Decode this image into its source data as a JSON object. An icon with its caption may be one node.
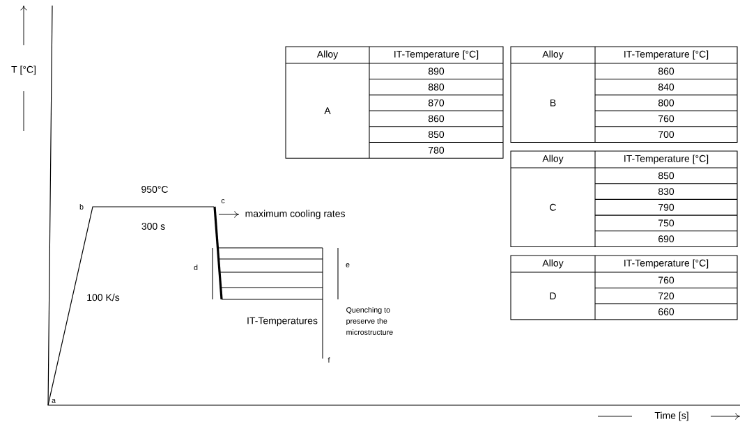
{
  "diagram": {
    "nodes": [
      {
        "text": [
          "Alloy",
          "IT-Temperature [°C]",
          "A",
          "890",
          "880",
          "870",
          "860",
          "850",
          "780"
        ]
      },
      {
        "text": [
          "Alloy",
          "IT-Temperature [°C]",
          "B",
          "860",
          "840",
          "800",
          "760",
          "700"
        ]
      },
      {
        "text": [
          "Alloy",
          "IT-Temperature [°C]",
          "C",
          "850",
          "830",
          "790",
          "750",
          "690"
        ]
      },
      {
        "text": [
          "Alloy",
          "IT-Temperature [°C]",
          "D",
          "760",
          "720",
          "660"
        ]
      }
    ],
    "labels": [
      "T [°C]",
      "950°C",
      "b",
      "c",
      "maximum cooling rates",
      "300 s",
      "d",
      "e",
      "100 K/s",
      "IT-Temperatures",
      "Quenching to preserve the microstructure",
      "f",
      "a",
      "Time [s]"
    ]
  }
}
